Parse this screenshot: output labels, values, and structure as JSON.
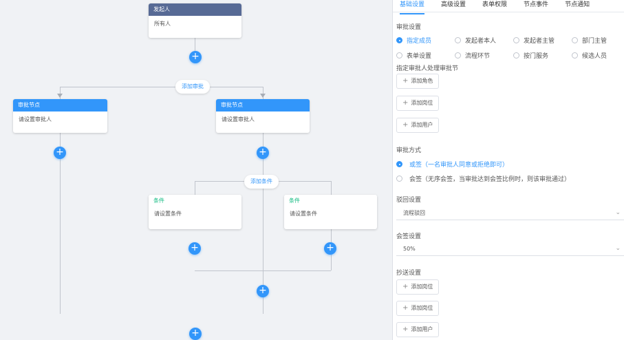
{
  "canvas": {
    "start_node": {
      "title": "发起人",
      "body": "所有人"
    },
    "approve_left": {
      "title": "审批节点",
      "body": "请设置审批人"
    },
    "approve_right": {
      "title": "审批节点",
      "body": "请设置审批人"
    },
    "cond_left": {
      "title": "条件",
      "body": "请设置条件"
    },
    "cond_right": {
      "title": "条件",
      "body": "请设置条件"
    },
    "add_approval_label": "添加审批",
    "add_condition_label": "添加条件",
    "plus_symbol": "+"
  },
  "panel": {
    "tabs": [
      "基础设置",
      "高级设置",
      "表单权限",
      "节点事件",
      "节点通知"
    ],
    "active_tab": 0,
    "approver_setting_title": "审批设置",
    "approver_options": [
      "指定成员",
      "发起者本人",
      "发起者主管",
      "部门主管",
      "表单设置",
      "流程环节",
      "按门服务",
      "候选人员"
    ],
    "approver_selected": 0,
    "assign_title": "指定审批人处理审批节",
    "add_role_label": "添加角色",
    "add_post_label": "添加岗位",
    "add_user_label": "添加用户",
    "plus_symbol": "+",
    "method_title": "审批方式",
    "method_options": [
      "或签（一名审批人同意或拒绝即可）",
      "会签（无序会签，当审批达到会签比例时，则该审批通过）"
    ],
    "method_selected": 0,
    "reject_title": "驳回设置",
    "reject_value": "流程驳回",
    "percent_title": "会签设置",
    "percent_value": "50%",
    "cc_title": "抄送设置",
    "cc_add_post_label": "添加岗位",
    "cc_add_post2_label": "添加岗位",
    "cc_add_user_label": "添加用户",
    "chevron": "⌄"
  }
}
